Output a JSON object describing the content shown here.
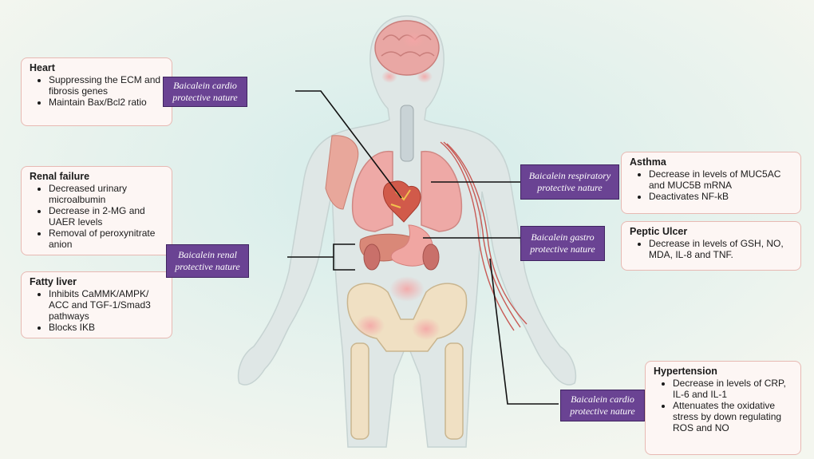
{
  "colors": {
    "tag_fill": "#6a4393",
    "box_fill": "#fdf6f4",
    "box_border": "#e7b9b3",
    "connector": "#111111",
    "background": "#eef5ee"
  },
  "boxes": {
    "heart": {
      "title": "Heart",
      "items": [
        "Suppressing the ECM and fibrosis genes",
        "Maintain Bax/Bcl2 ratio"
      ]
    },
    "renal": {
      "title": "Renal failure",
      "items": [
        "Decreased urinary microalbumin",
        "Decrease in 2-MG and UAER levels",
        "Removal of peroxynitrate anion"
      ]
    },
    "fatty": {
      "title": "Fatty liver",
      "items": [
        "Inhibits CaMMK/AMPK/ ACC and TGF-1/Smad3 pathways",
        "Blocks IKB"
      ]
    },
    "asthma": {
      "title": "Asthma",
      "items": [
        "Decrease in levels of MUC5AC and MUC5B mRNA",
        "Deactivates NF-kB"
      ]
    },
    "ulcer": {
      "title": "Peptic Ulcer",
      "items": [
        "Decrease in levels of GSH, NO, MDA, IL-8 and TNF."
      ]
    },
    "hyper": {
      "title": "Hypertension",
      "items": [
        "Decrease in levels of CRP, IL-6 and IL-1",
        "Attenuates the oxidative stress by down regulating ROS and NO"
      ]
    }
  },
  "tags": {
    "cardio_top": "Baicalein cardio protective nature",
    "renal": "Baicalein renal protective nature",
    "respiratory": "Baicalein respiratory protective nature",
    "gastro": "Baicalein gastro protective nature",
    "cardio_bottom": "Baicalein cardio protective nature"
  },
  "icons": [
    "human-body-silhouette-icon",
    "brain-icon",
    "lungs-icon",
    "heart-icon",
    "stomach-icon",
    "kidney-icon",
    "pelvis-icon",
    "blood-vessel-icon"
  ]
}
